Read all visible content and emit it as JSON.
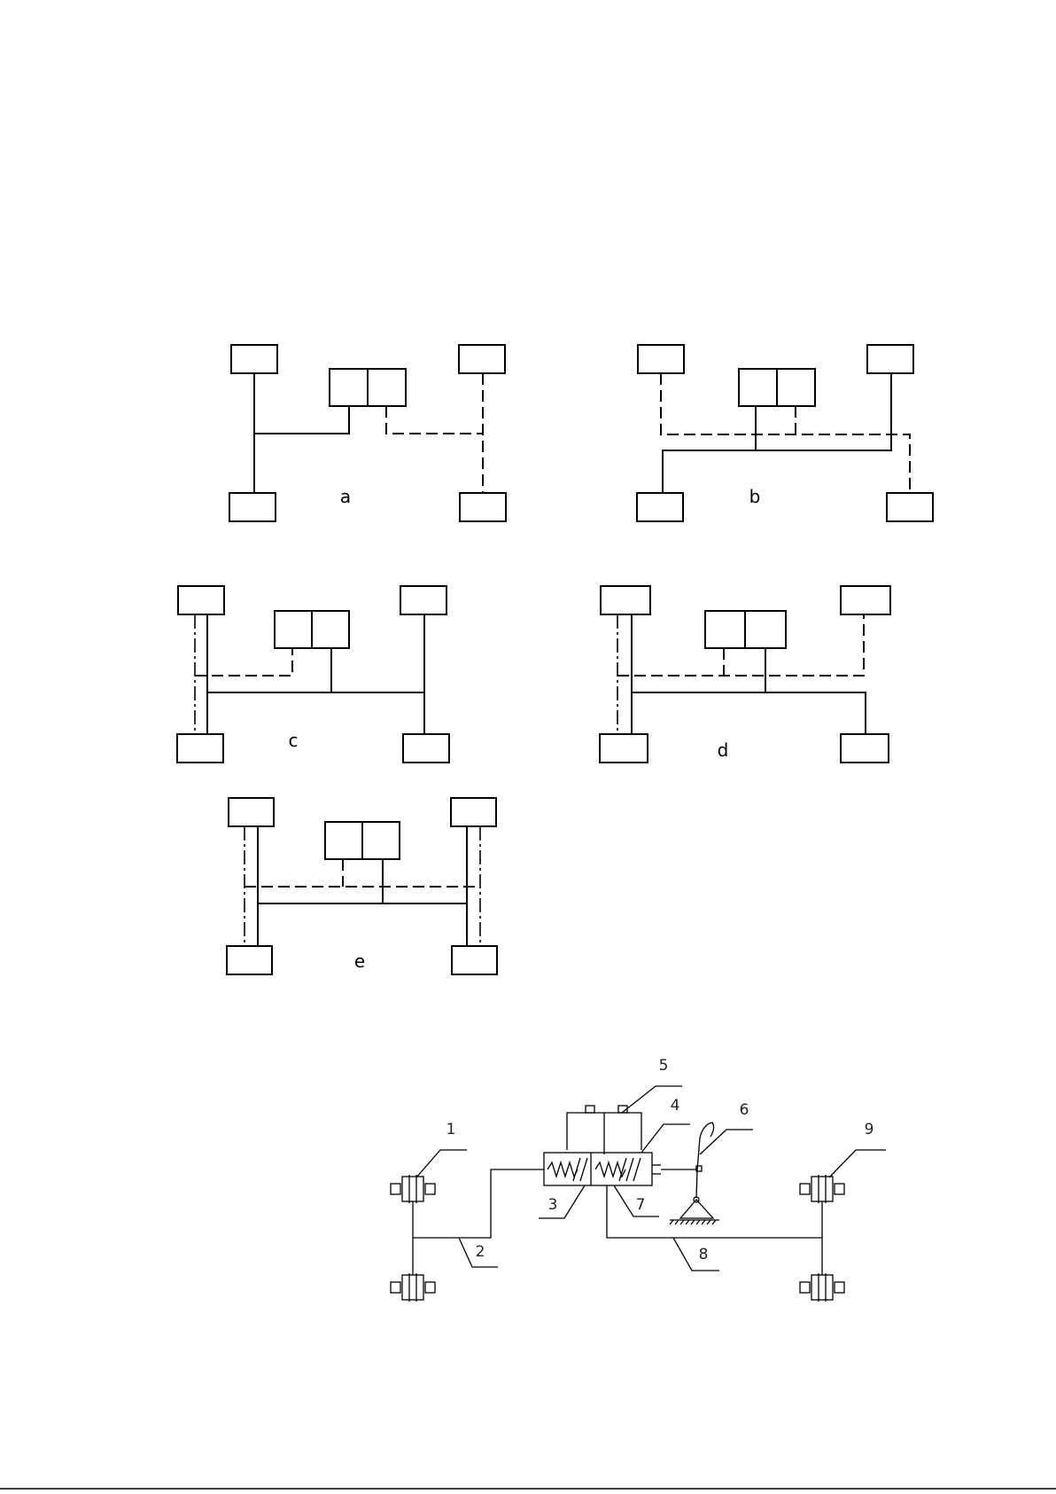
{
  "schemes": {
    "a": "a",
    "b": "b",
    "c": "c",
    "d": "d",
    "e": "e"
  },
  "circuit": {
    "labels": [
      "1",
      "2",
      "3",
      "4",
      "5",
      "6",
      "7",
      "8",
      "9"
    ]
  }
}
